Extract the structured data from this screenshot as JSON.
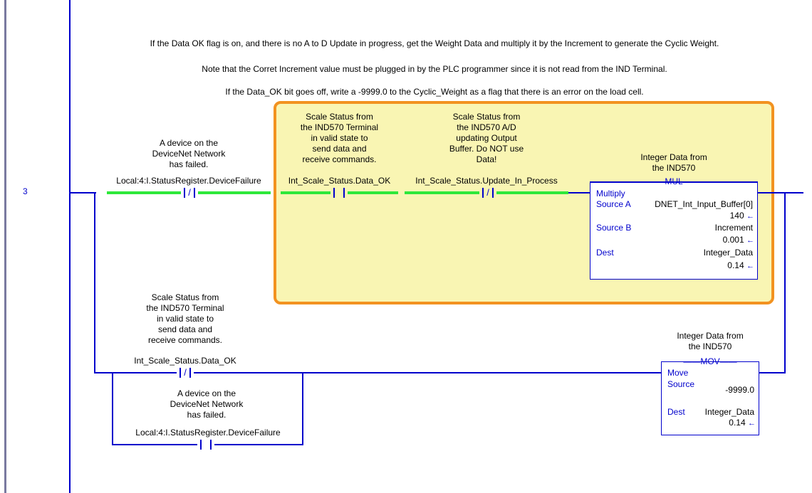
{
  "rung": {
    "number": "3",
    "comments": [
      "If the Data OK flag is on, and there is no A to D Update in progress, get the Weight Data and multiply it by the Increment to generate the Cyclic Weight.",
      "Note that the Corret Increment value must be plugged in by the PLC programmer since it is not read from the IND Terminal.",
      "If the Data_OK bit goes off, write a -9999.0 to the Cyclic_Weight as a flag that there is an error on the load cell."
    ]
  },
  "contacts": [
    {
      "desc": [
        "A device on the",
        "DeviceNet Network",
        "has failed."
      ],
      "tag": "Local:4:I.StatusRegister.DeviceFailure"
    },
    {
      "desc": [
        "Scale Status from",
        "the IND570 Terminal",
        "in valid state to",
        "send data and",
        "receive commands."
      ],
      "tag": "Int_Scale_Status.Data_OK"
    },
    {
      "desc": [
        "Scale Status from",
        "the IND570 A/D",
        "updating Output",
        "Buffer.  Do NOT use",
        "Data!"
      ],
      "tag": "Int_Scale_Status.Update_In_Process"
    },
    {
      "desc": [
        "Scale Status from",
        "the IND570 Terminal",
        "in valid state to",
        "send data and",
        "receive commands."
      ],
      "tag": "Int_Scale_Status.Data_OK"
    },
    {
      "desc": [
        "A device on the",
        "DeviceNet Network",
        "has failed."
      ],
      "tag": "Local:4:I.StatusRegister.DeviceFailure"
    }
  ],
  "mul": {
    "desc": [
      "Integer Data from",
      "the IND570"
    ],
    "mnemonic": "MUL",
    "title": "Multiply",
    "source_a_label": "Source A",
    "source_a_tag": "DNET_Int_Input_Buffer[0]",
    "source_a_value": "140",
    "source_b_label": "Source B",
    "source_b_tag": "Increment",
    "source_b_value": "0.001",
    "dest_label": "Dest",
    "dest_tag": "Integer_Data",
    "dest_value": "0.14"
  },
  "mov": {
    "desc": [
      "Integer Data from",
      "the IND570"
    ],
    "mnemonic": "MOV",
    "title": "Move",
    "source_label": "Source",
    "source_value": "-9999.0",
    "dest_label": "Dest",
    "dest_tag": "Integer_Data",
    "dest_value": "0.14"
  },
  "colors": {
    "wire": "#0000cc",
    "energized": "#2ee83a",
    "highlight_border": "#f29220",
    "highlight_fill": "#f9f5b3"
  },
  "icons": {
    "value_arrow": "left-arrow-icon"
  }
}
